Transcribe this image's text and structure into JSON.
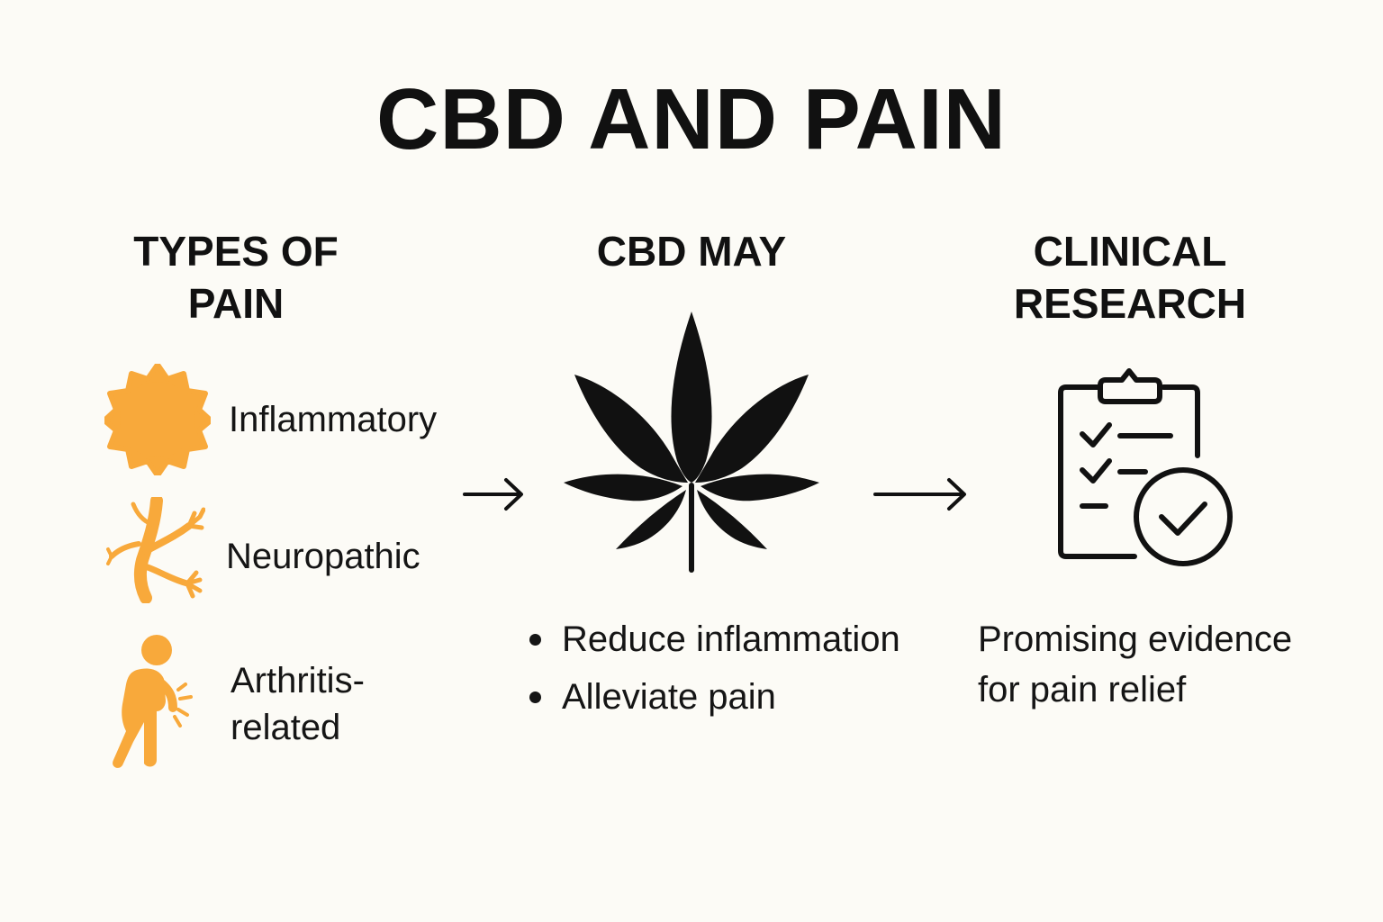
{
  "title": "CBD AND PAIN",
  "columns": {
    "types": {
      "heading": "TYPES OF\nPAIN",
      "items": [
        {
          "label": "Inflammatory",
          "icon": "sun-burst-icon"
        },
        {
          "label": "Neuropathic",
          "icon": "nerve-icon"
        },
        {
          "label": "Arthritis-\nrelated",
          "icon": "person-knee-pain-icon"
        }
      ]
    },
    "cbd": {
      "heading": "CBD MAY",
      "icon": "cannabis-leaf-icon",
      "bullets": [
        "Reduce inflammation",
        "Alleviate pain"
      ]
    },
    "research": {
      "heading": "CLINICAL\nRESEARCH",
      "icon": "clipboard-check-icon",
      "text": "Promising evidence\nfor pain relief"
    }
  },
  "colors": {
    "accent_orange": "#f8a93b",
    "ink": "#111111",
    "background": "#fcfbf6"
  }
}
